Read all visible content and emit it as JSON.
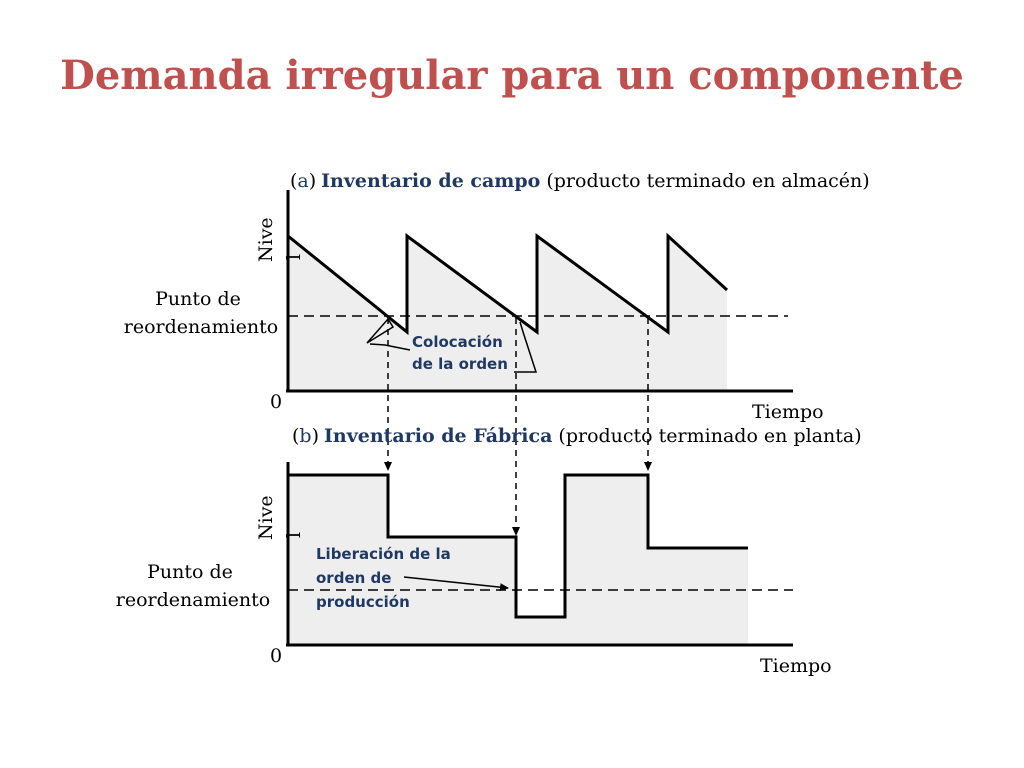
{
  "slide": {
    "title": "Demanda irregular para un componente"
  },
  "colors": {
    "title": "#c0504d",
    "annotation": "#1f3864",
    "fill": "#eeeeee",
    "line": "#000000"
  },
  "panel_a": {
    "caption_open": "(",
    "caption_letter": "a",
    "caption_close": ")",
    "caption_bold": "Inventario de campo",
    "caption_rest": "(producto terminado en almacén)",
    "y_label_top": "Nive",
    "y_label_bottom": "l",
    "zero": "0",
    "x_label": "Tiempo",
    "reorder_label_1": "Punto de",
    "reorder_label_2": "reordenamiento",
    "annotation_1": "Colocación",
    "annotation_2": "de la orden"
  },
  "panel_b": {
    "caption_open": "(",
    "caption_letter": "b",
    "caption_close": ")",
    "caption_bold": "Inventario de Fábrica",
    "caption_rest": "(producto terminado en planta)",
    "y_label_top": "Nive",
    "y_label_bottom": "l",
    "zero": "0",
    "x_label": "Tiempo",
    "reorder_label_1": "Punto de",
    "reorder_label_2": "reordenamiento",
    "annotation_1": "Liberación de la",
    "annotation_2": "orden de",
    "annotation_3": "producción"
  }
}
